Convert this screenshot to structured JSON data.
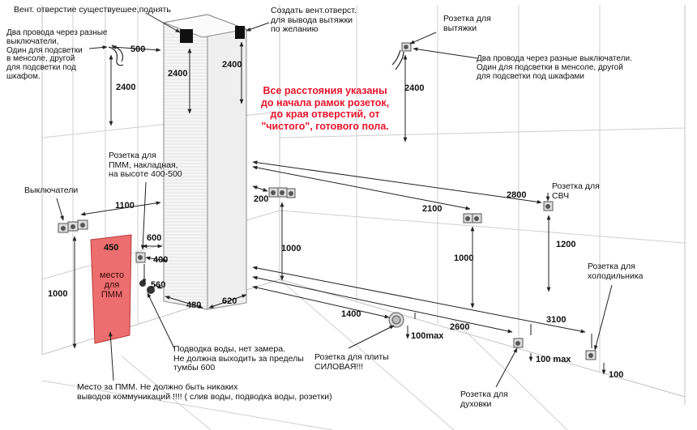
{
  "labels": {
    "vent_existing": "Вент. отверстие существуешее,поднять",
    "vent_create": "Создать вент.отверст.\nдля вывода вытяжки\nпо желанию",
    "hood_socket": "Розетка для\nвытяжки",
    "two_wires_left": "Два провода  через разные\nвыключатели,\nОдин для подсветки\nв менсоле, другой\nдля подсветки под\nшкафом.",
    "two_wires_right": "Два провода через разные выключатели.\nОдин для подсветки в менсоле, другой\nдля подсветки под шкафами",
    "note_red": "Все расстояния указаны\nдо начала рамок розеток,\nдо края отверстий, от\n\"чистого\", готового пола.",
    "dishwasher_socket": "Розетка для\nПММ, накладная,\nна высоте 400-500",
    "switches": "Выключатели",
    "microwave_socket": "Розетка для\nСВЧ",
    "fridge_socket": "Розетка для\nхолодильника",
    "pmm_place": "место\nдля\nПММ",
    "water_supply": "Подводка воды, нет замера.\nНе должна выходить за пределы\nтумбы 600",
    "stove_socket": "Розетка для плиты\nСИЛОВАЯ!!!",
    "oven_socket": "Розетка для\nдуховки",
    "pmm_area": "Место за ПММ. Не должно быть никаких\nвыводов коммуникаций !!!! ( слив воды, подводка воды, розетки)"
  },
  "dims": {
    "d500": "500",
    "d2400_left": "2400",
    "d2400_col": "2400",
    "d2400_col2": "2400",
    "d2400_right": "2400",
    "d1100": "1100",
    "d450": "450",
    "d600": "600",
    "d400": "400",
    "d560": "560",
    "d1000_left": "1000",
    "d480": "480",
    "d620": "620",
    "d200": "200",
    "d2100": "2100",
    "d2800": "2800",
    "d1000_mid": "1000",
    "d1000_mid2": "1000",
    "d1200": "1200",
    "d1400": "1400",
    "d100max_1": "100max",
    "d2600": "2600",
    "d100max_2": "100 max",
    "d3100": "3100",
    "d100": "100"
  },
  "colors": {
    "pmm_fill": "#ec6e6e",
    "note_red": "#e8142c",
    "grid": "#c8c8c8",
    "line": "#222222"
  }
}
